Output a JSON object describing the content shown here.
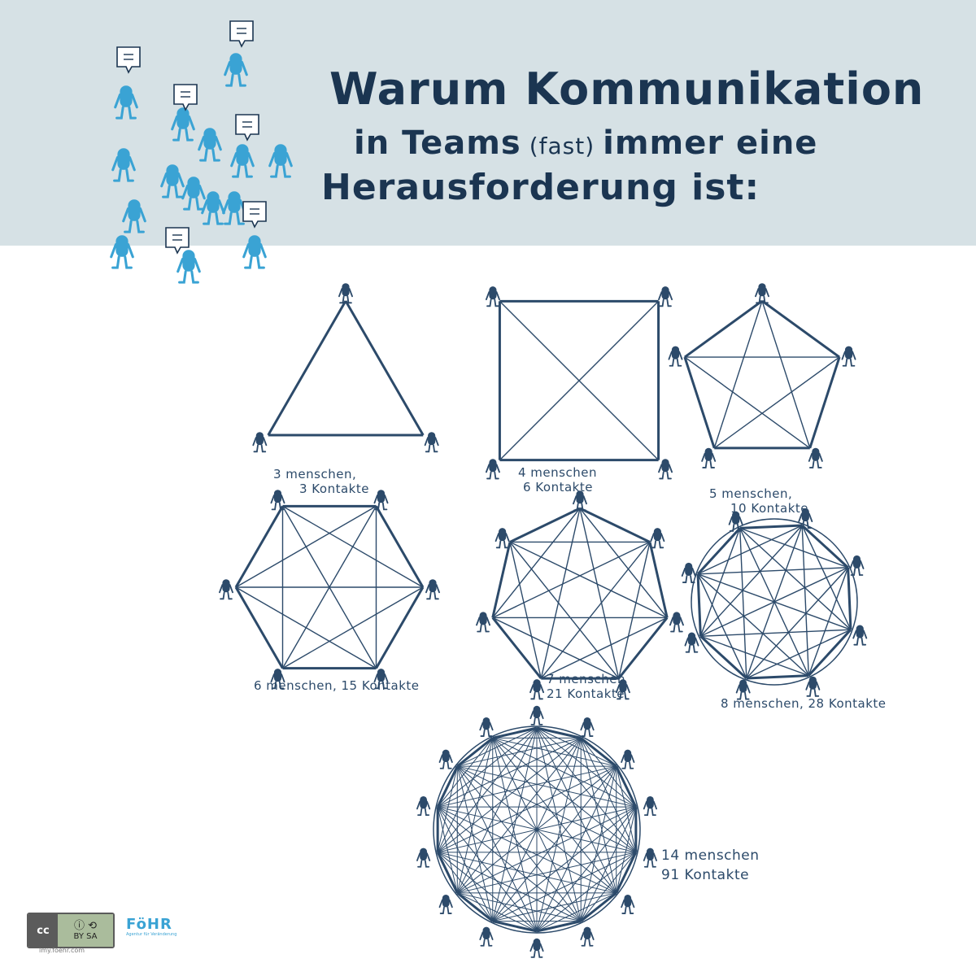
{
  "title": {
    "line1": "Warum Kommunikation",
    "line2_start": "in Teams",
    "line2_paren": "(fast)",
    "line2_end": "immer eine",
    "line3": "Herausforderung ist:"
  },
  "colors": {
    "header_band": "#d6e1e5",
    "ink": "#2c4a6a",
    "crowd_blue": "#3aa3d4"
  },
  "networks": [
    {
      "people": 3,
      "caption_line1": "3 menschen,",
      "caption_line2": "3 Kontakte"
    },
    {
      "people": 4,
      "caption_line1": "4 menschen",
      "caption_line2": "6 Kontakte"
    },
    {
      "people": 5,
      "caption_line1": "5 menschen,",
      "caption_line2": "10 Kontakte"
    },
    {
      "people": 6,
      "caption_line1": "6 menschen,  15 Kontakte",
      "caption_line2": ""
    },
    {
      "people": 7,
      "caption_line1": "7 menschen",
      "caption_line2": "21 Kontakte"
    },
    {
      "people": 8,
      "caption_line1": "8 menschen, 28 Kontakte",
      "caption_line2": ""
    },
    {
      "people": 14,
      "caption_line1": "14 menschen",
      "caption_line2": "91 Kontakte"
    }
  ],
  "license": {
    "cc_label": "cc",
    "icons": "ⓘ ⟲",
    "terms": "BY   SA",
    "site": "lmy.foehr.com"
  },
  "brand": {
    "name": "FöHR",
    "tagline": "Agentur für Veränderung"
  }
}
